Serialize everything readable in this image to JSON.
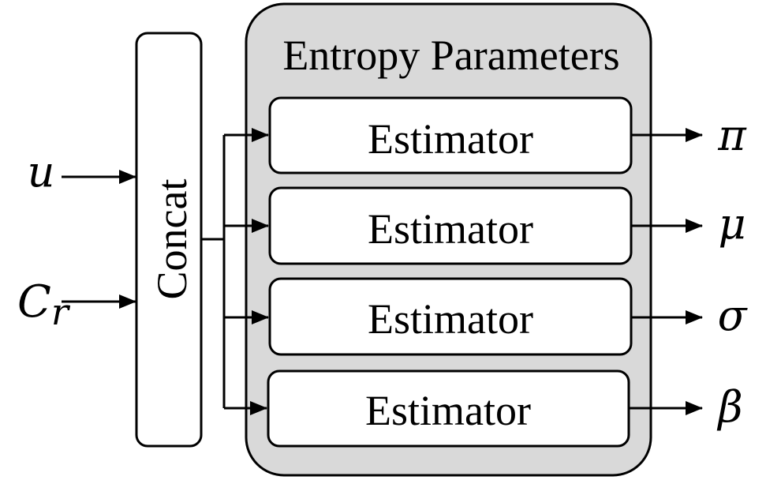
{
  "inputs": {
    "u": "u",
    "cr_main": "C",
    "cr_sub": "r"
  },
  "concat": {
    "label": "Concat"
  },
  "entropy_block": {
    "title": "Entropy Parameters",
    "estimators": [
      {
        "label": "Estimator",
        "output": "π"
      },
      {
        "label": "Estimator",
        "output": "μ"
      },
      {
        "label": "Estimator",
        "output": "σ"
      },
      {
        "label": "Estimator",
        "output": "β"
      }
    ]
  },
  "colors": {
    "stroke": "#000000",
    "container_fill": "#d9d9d9",
    "box_fill": "#ffffff"
  }
}
